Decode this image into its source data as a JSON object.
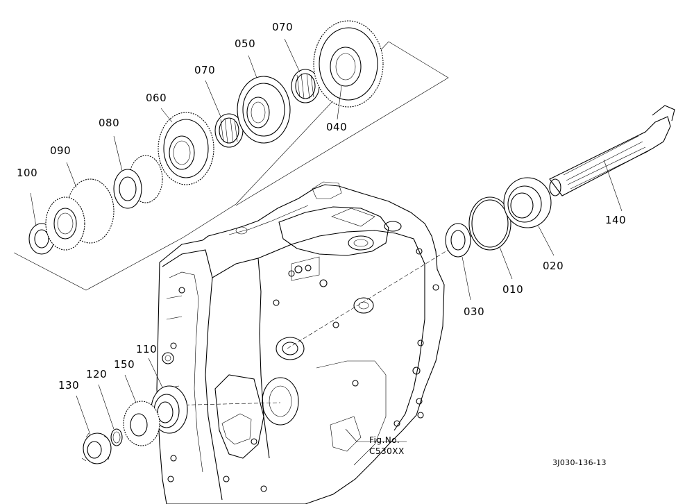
{
  "parts": [
    {
      "id": "p010",
      "label": "010",
      "name": "shim-010"
    },
    {
      "id": "p020",
      "label": "020",
      "name": "bearing-020"
    },
    {
      "id": "p030",
      "label": "030",
      "name": "collar-030"
    },
    {
      "id": "p040",
      "label": "040",
      "name": "gear-040"
    },
    {
      "id": "p050",
      "label": "050",
      "name": "gear-050"
    },
    {
      "id": "p060",
      "label": "060",
      "name": "gear-060"
    },
    {
      "id": "p070a",
      "label": "070",
      "name": "needle-bearing-070-upper"
    },
    {
      "id": "p070b",
      "label": "070",
      "name": "needle-bearing-070-lower"
    },
    {
      "id": "p080",
      "label": "080",
      "name": "gear-080"
    },
    {
      "id": "p090",
      "label": "090",
      "name": "gear-090"
    },
    {
      "id": "p100",
      "label": "100",
      "name": "collar-100"
    },
    {
      "id": "p110",
      "label": "110",
      "name": "bearing-110"
    },
    {
      "id": "p120",
      "label": "120",
      "name": "circlip-120"
    },
    {
      "id": "p130",
      "label": "130",
      "name": "nut-130"
    },
    {
      "id": "p140",
      "label": "140",
      "name": "spiral-bevel-pinion-shaft-140"
    },
    {
      "id": "p150",
      "label": "150",
      "name": "gear-150"
    }
  ],
  "figure": {
    "line1": "Fig.No.",
    "line2": "C530XX"
  },
  "drawing_code": "3J030-136-13"
}
